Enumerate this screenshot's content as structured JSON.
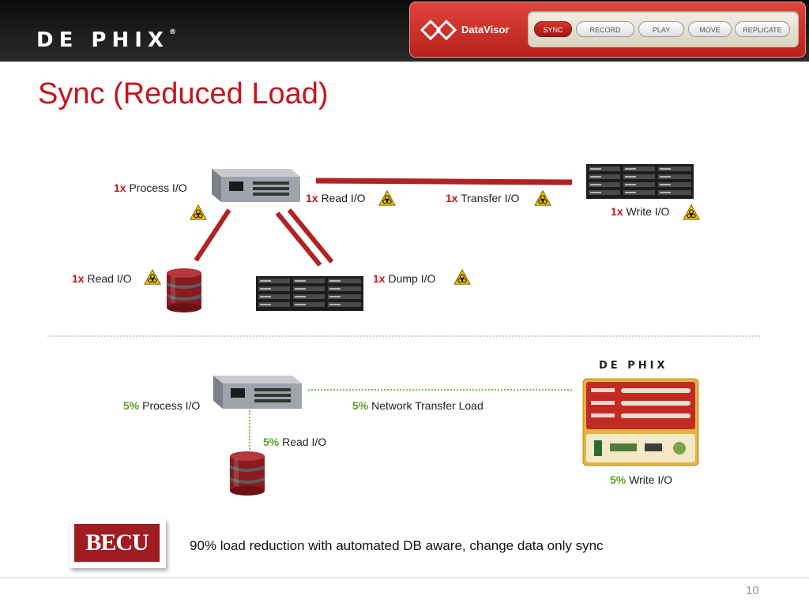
{
  "header": {
    "logo_text": "DE PHIX",
    "logo_reg": "®",
    "datavisor_label": "DataVisor",
    "buttons": [
      {
        "label": "SYNC",
        "active": true
      },
      {
        "label": "RECORD",
        "active": false
      },
      {
        "label": "PLAY",
        "active": false
      },
      {
        "label": "MOVE",
        "active": false
      },
      {
        "label": "REPLICATE",
        "active": false
      }
    ]
  },
  "title": "Sync (Reduced Load)",
  "before": {
    "process_io": {
      "factor": "1x",
      "text": "Process I/O"
    },
    "read_io_server": {
      "factor": "1x",
      "text": "Read I/O"
    },
    "transfer_io": {
      "factor": "1x",
      "text": "Transfer I/O"
    },
    "write_io": {
      "factor": "1x",
      "text": "Write I/O"
    },
    "read_io_db": {
      "factor": "1x",
      "text": "Read I/O"
    },
    "dump_io": {
      "factor": "1x",
      "text": "Dump I/O"
    }
  },
  "after": {
    "process_io": {
      "factor": "5%",
      "text": "Process I/O"
    },
    "network_transfer": {
      "factor": "5%",
      "text": "Network Transfer Load"
    },
    "read_io": {
      "factor": "5%",
      "text": "Read I/O"
    },
    "write_io": {
      "factor": "5%",
      "text": "Write I/O"
    }
  },
  "mini_logo_text": "DE PHIX",
  "customer_logo_text": "BECU",
  "caption": "90% load reduction with automated DB aware, change data only sync",
  "page_number": "10",
  "colors": {
    "accent_red": "#c4161c",
    "accent_green": "#5aa02c",
    "link_red": "#b22222"
  },
  "icons": [
    "biohazard-icon",
    "server-icon",
    "storage-array-icon",
    "database-icon"
  ]
}
